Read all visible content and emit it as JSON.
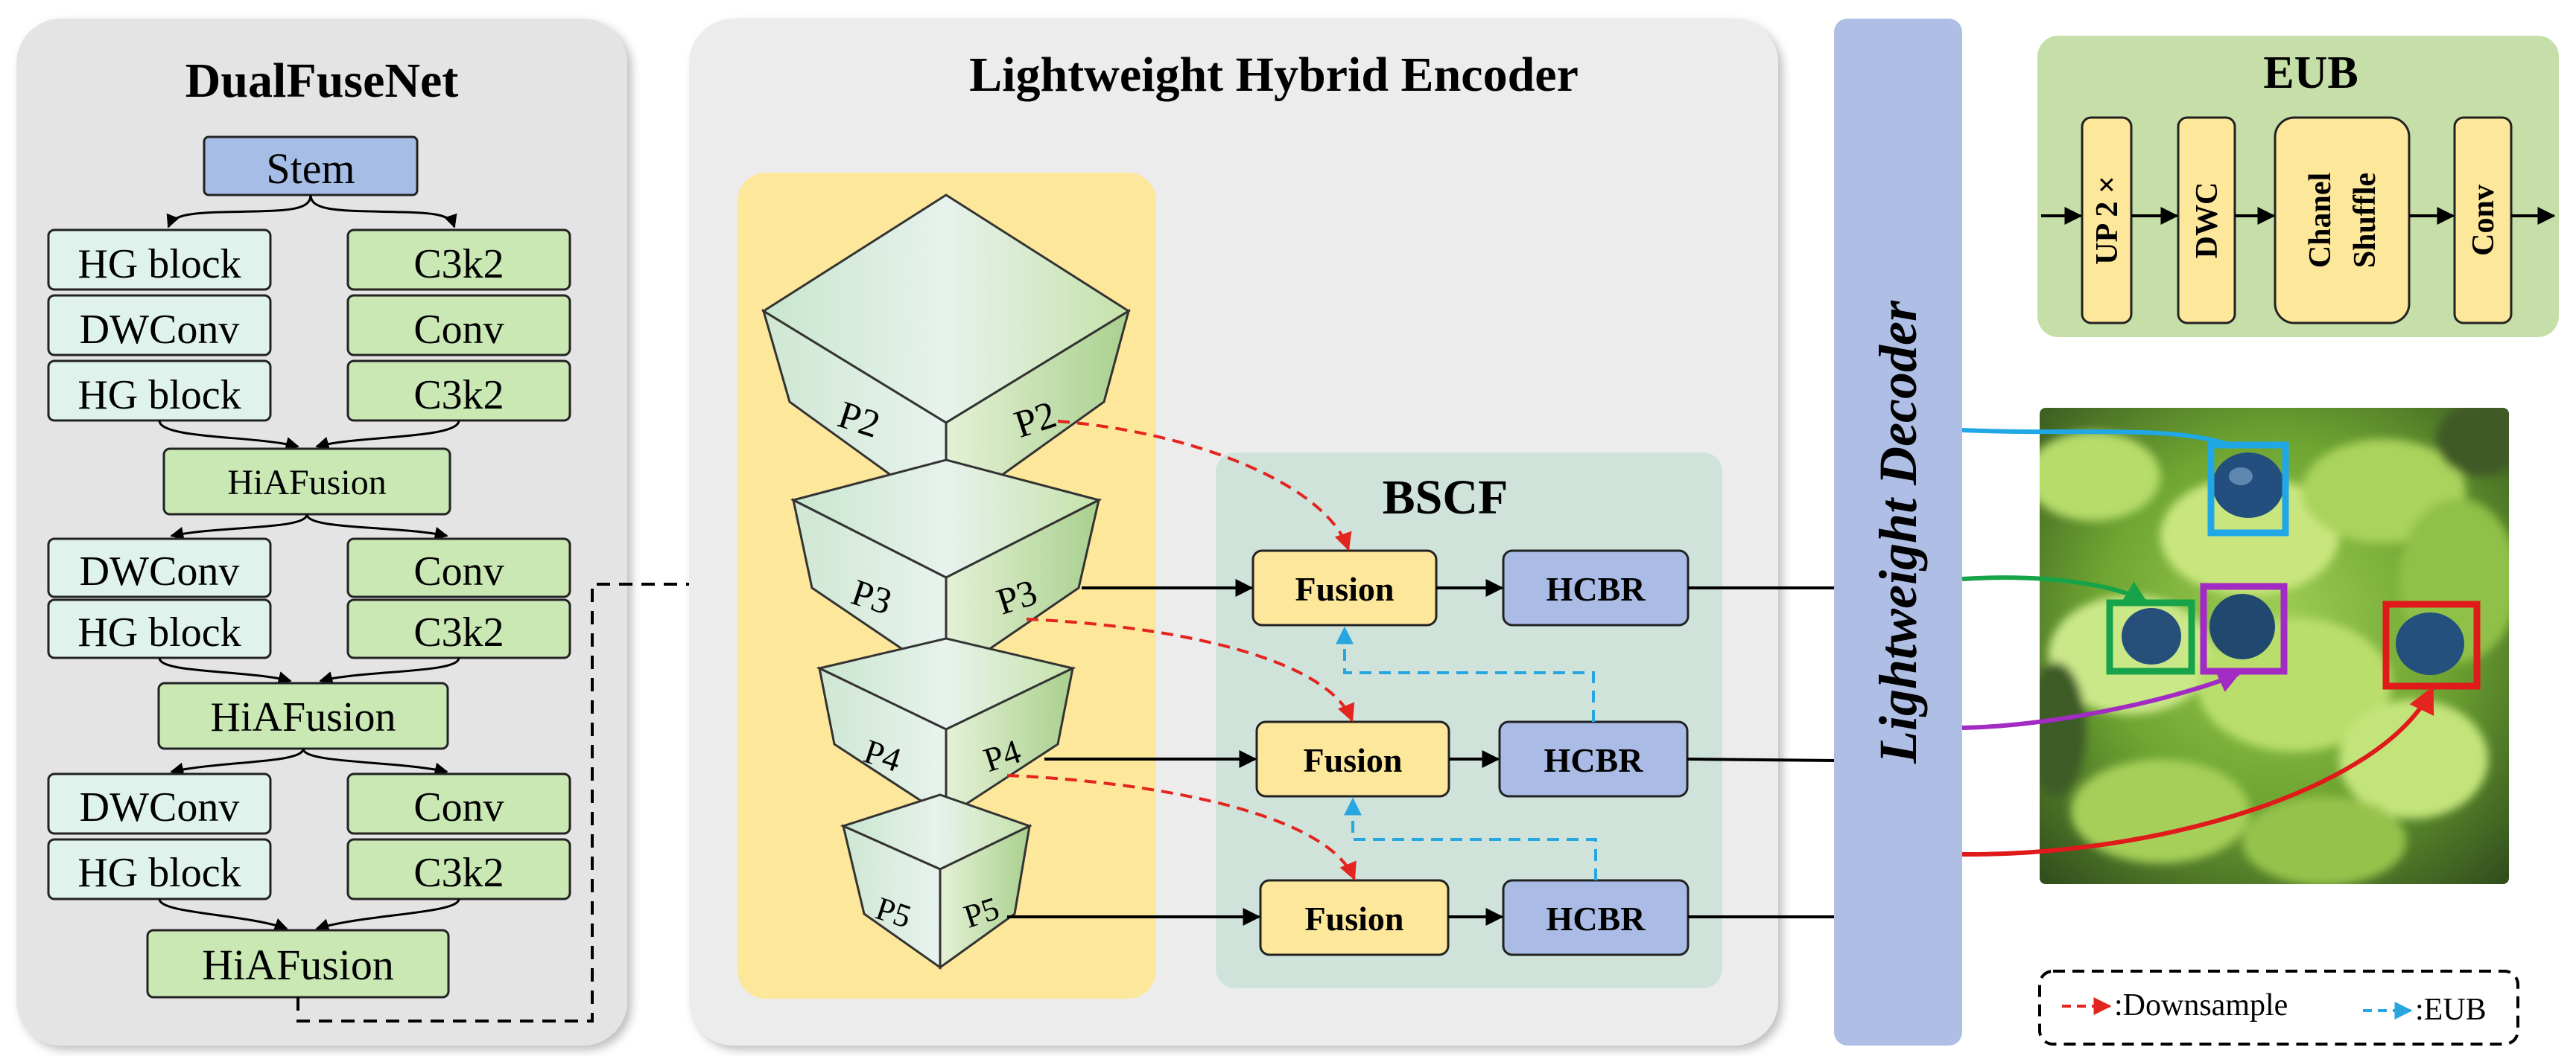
{
  "title_dualfusenet": "DualFuseNet",
  "title_encoder": "Lightweight Hybrid Encoder",
  "title_decoder": "Lightweight Decoder",
  "title_bscf": "BSCF",
  "title_eub": "EUB",
  "stem": "Stem",
  "left_col": [
    "HG block",
    "DWConv",
    "HG block",
    "DWConv",
    "HG block",
    "DWConv",
    "HG block"
  ],
  "right_col": [
    "C3k2",
    "Conv",
    "C3k2",
    "Conv",
    "C3k2",
    "Conv",
    "C3k2"
  ],
  "hiafusion": [
    "HiAFusion",
    "HiAFusion",
    "HiAFusion"
  ],
  "pyramid": [
    {
      "left": "P2",
      "right": "P2"
    },
    {
      "left": "P3",
      "right": "P3"
    },
    {
      "left": "P4",
      "right": "P4"
    },
    {
      "left": "P5",
      "right": "P5"
    }
  ],
  "fusion": [
    "Fusion",
    "Fusion",
    "Fusion"
  ],
  "hcbr": [
    "HCBR",
    "HCBR",
    "HCBR"
  ],
  "eub_blocks": [
    "UP 2 ×",
    "DWC",
    "Chanel",
    "Shuffle",
    "Conv"
  ],
  "legend": {
    "downsample": ":Downsample",
    "eub": ":EUB"
  },
  "colors": {
    "red": "#e3241f",
    "blue": "#27a6e0",
    "green_box": "#c9e8b4",
    "lightgreen_box": "#dff2ec",
    "stem": "#a6bde6",
    "yellow": "#fde79b",
    "hcbr": "#aabbe6",
    "panel": "#ececec",
    "bscf_bg": "#cfe3db",
    "eub_bg": "#c6dfa8",
    "decoder": "#aebee5"
  },
  "photo_box_colors": [
    "#1fa7e6",
    "#17a349",
    "#a12bc3",
    "#e01a1a"
  ]
}
